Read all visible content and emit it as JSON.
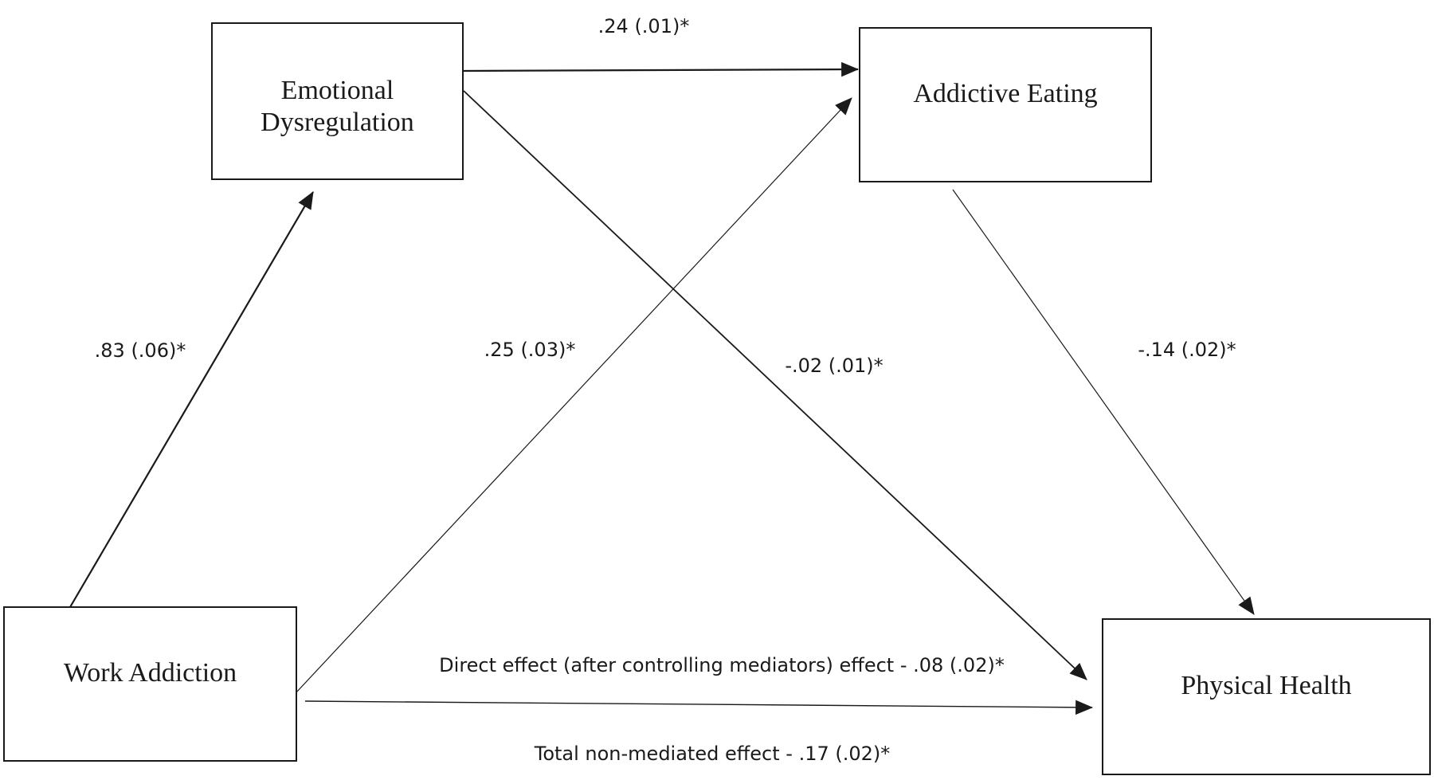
{
  "nodes": {
    "emotional_dysregulation": {
      "line1": "Emotional",
      "line2": "Dysregulation"
    },
    "addictive_eating": {
      "label": "Addictive Eating"
    },
    "work_addiction": {
      "label": "Work Addiction"
    },
    "physical_health": {
      "label": "Physical Health"
    }
  },
  "paths": {
    "work_to_emotional": ".83 (.06)*",
    "emotional_to_addictive": ".24 (.01)*",
    "work_to_addictive": ".25 (.03)*",
    "emotional_to_physical": "-.02 (.01)*",
    "addictive_to_physical": "-.14 (.02)*",
    "direct_effect": "Direct effect (after controlling mediators) effect  - .08 (.02)*",
    "total_effect": "Total non-mediated effect - .17 (.02)*"
  }
}
